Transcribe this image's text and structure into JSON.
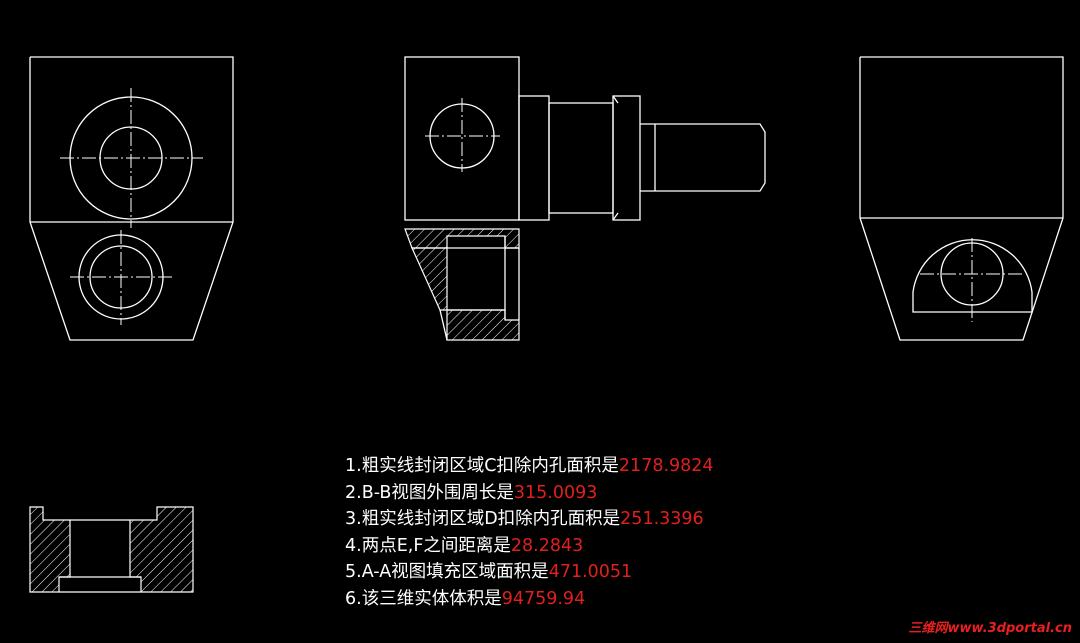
{
  "notes": [
    {
      "prefix": "1.粗实线封闭区域C扣除内孔面积是",
      "value": "2178.9824"
    },
    {
      "prefix": "2.B-B视图外围周长是",
      "value": "315.0093"
    },
    {
      "prefix": "3.粗实线封闭区域D扣除内孔面积是",
      "value": "251.3396"
    },
    {
      "prefix": "4.两点E,F之间距离是",
      "value": "28.2843"
    },
    {
      "prefix": "5.A-A视图填充区域面积是",
      "value": "471.0051"
    },
    {
      "prefix": "6.该三维实体体积是",
      "value": "94759.94"
    }
  ],
  "watermark": "三维网www.3dportal.cn",
  "colors": {
    "background": "#000000",
    "lines": "#ffffff",
    "values": "#e0201c"
  }
}
